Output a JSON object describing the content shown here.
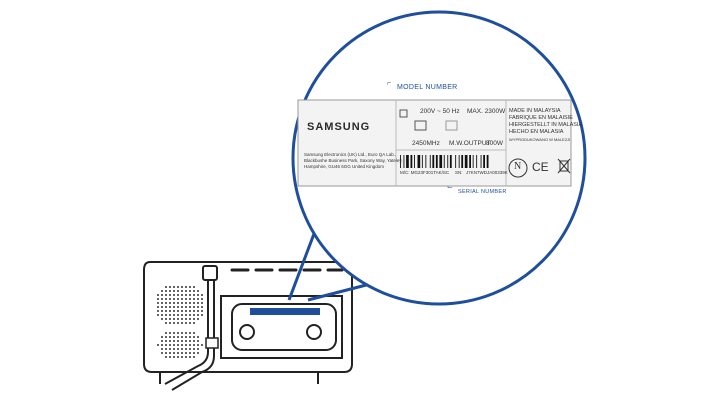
{
  "label": {
    "brand": "SAMSUNG",
    "model_number_caption": "MODEL NUMBER",
    "serial_number_caption": "SERIAL NUMBER",
    "voltage": "200V ~ 50 Hz",
    "max_power": "MAX. 2300W",
    "frequency": "2450MHz",
    "mw_output": "M.W.OUTPUT",
    "mw_output_value": "800W",
    "model_code": "M/C: MG23F301TAK/SC",
    "serial_prefix": "SN:",
    "serial_value": "J7KN7WDJA00339K",
    "address_lines": [
      "Samsung Electronics (UK) Ltd., Euro QA Lab.,",
      "Blackbushe Business Park, Saxony Way, Yateley,",
      "Hampshire, GU46 6GG United Kingdom"
    ],
    "made_in_lines": [
      "MADE IN MALAYSIA",
      "FABRIQUE EN MALAISIE",
      "HIERGESTELLT IN MALASIA",
      "HECHO EN MALASIA",
      "WYPRODUKOWANO W MALEZJI"
    ],
    "ce_mark": "CE",
    "n_mark": "N"
  },
  "colors": {
    "accent_blue": "#1f4e9c",
    "line": "#222222",
    "label_bg": "#f3f3f3"
  }
}
